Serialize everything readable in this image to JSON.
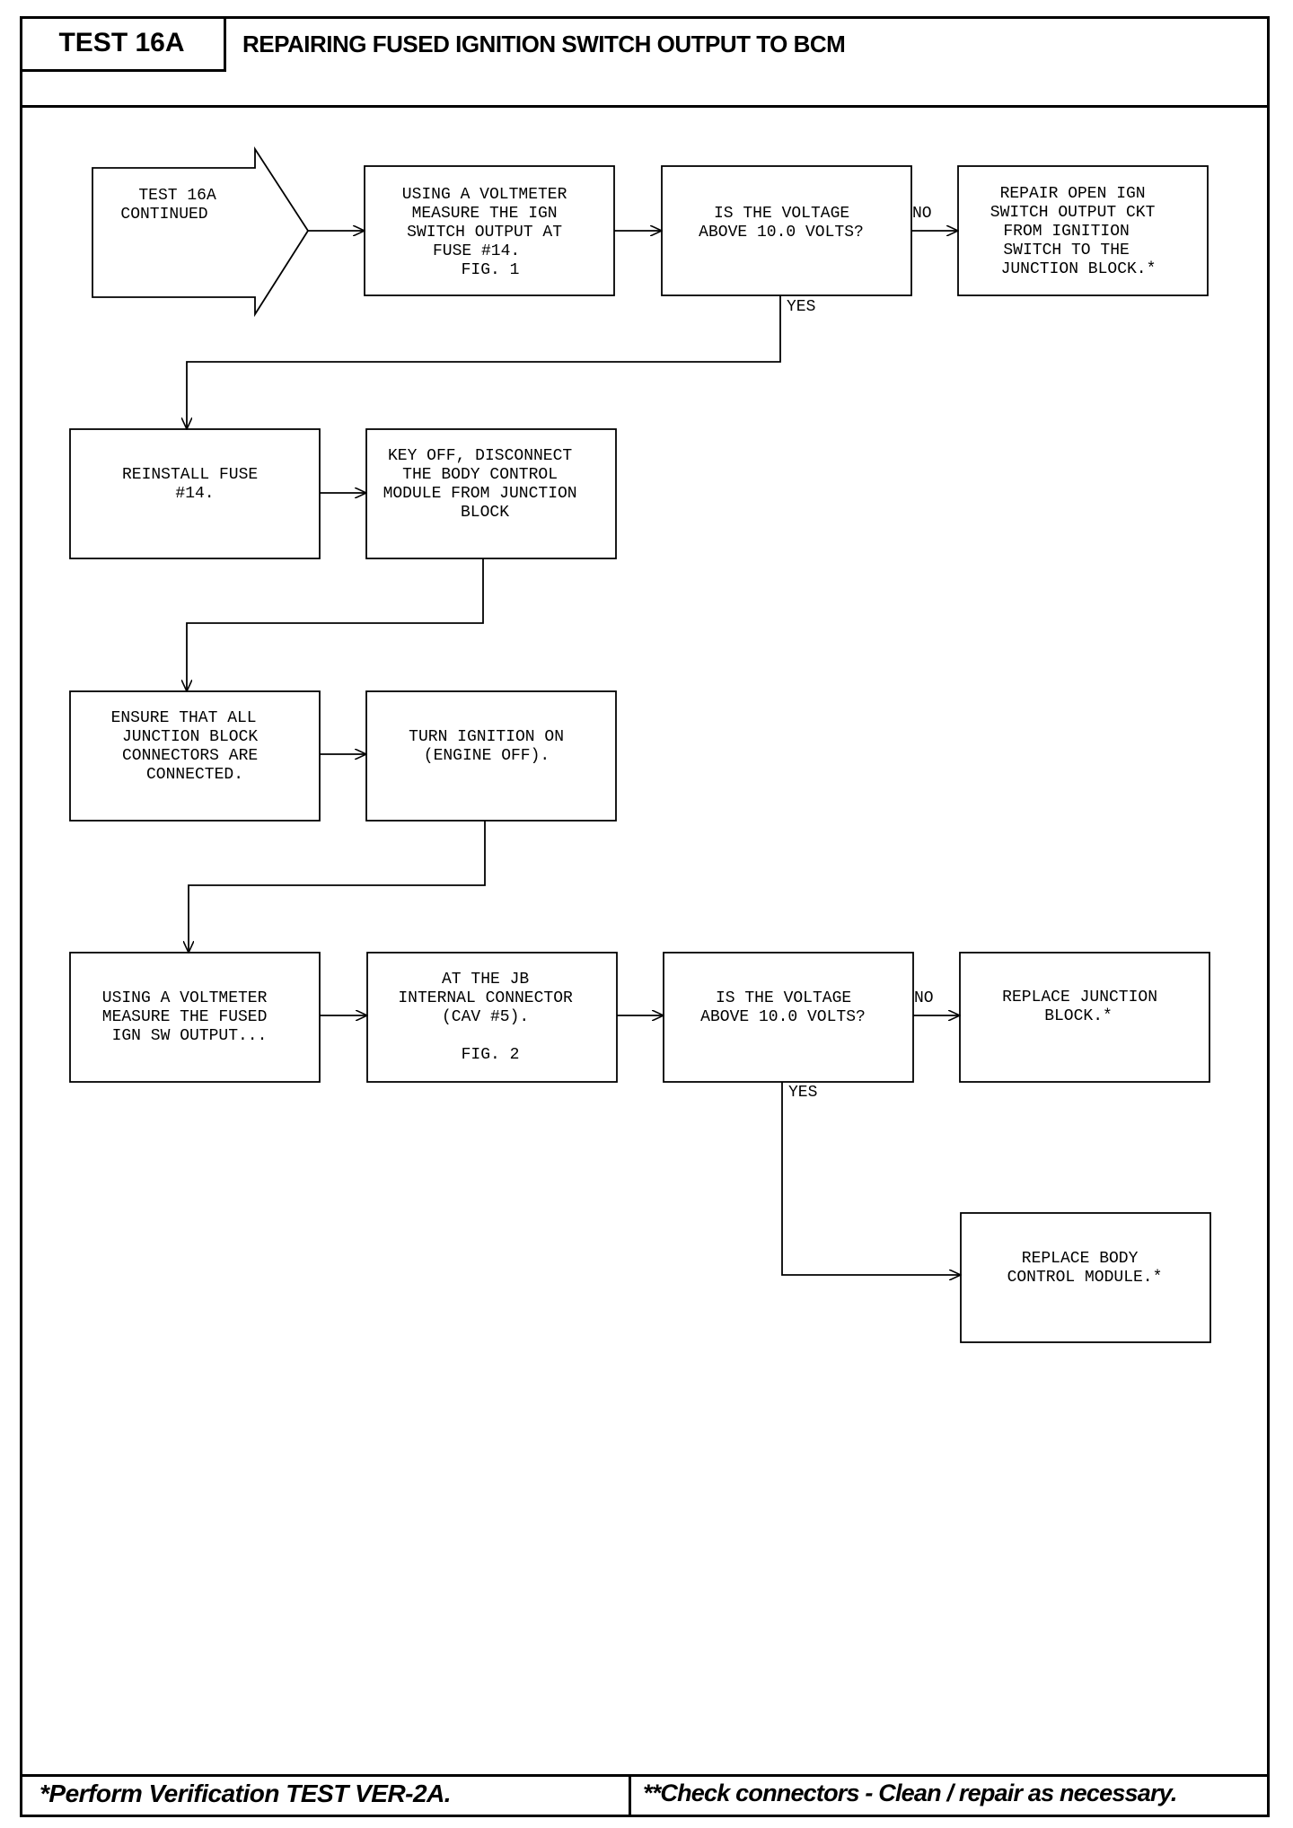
{
  "header": {
    "test_id": "TEST 16A",
    "title": "REPAIRING FUSED IGNITION SWITCH OUTPUT TO BCM"
  },
  "flow": {
    "start": [
      "TEST 16A",
      "CONTINUED"
    ],
    "box_measure_fuse": [
      "USING A VOLTMETER",
      "MEASURE THE IGN",
      "SWITCH OUTPUT AT",
      "FUSE #14.",
      "FIG. 1"
    ],
    "decision_1": [
      "IS THE VOLTAGE",
      "ABOVE 10.0 VOLTS?"
    ],
    "repair_open": [
      "REPAIR OPEN IGN",
      "SWITCH OUTPUT CKT",
      "FROM IGNITION",
      "SWITCH TO THE",
      "JUNCTION BLOCK.*"
    ],
    "reinstall_fuse": [
      "REINSTALL FUSE",
      "#14."
    ],
    "key_off": [
      "KEY OFF, DISCONNECT",
      "THE BODY CONTROL",
      "MODULE FROM JUNCTION",
      "BLOCK"
    ],
    "ensure_connected": [
      "ENSURE THAT ALL",
      "JUNCTION BLOCK",
      "CONNECTORS ARE",
      "CONNECTED."
    ],
    "turn_ignition": [
      "TURN IGNITION ON",
      "(ENGINE OFF)."
    ],
    "measure_fused": [
      "USING A VOLTMETER",
      "MEASURE THE FUSED",
      "IGN SW OUTPUT..."
    ],
    "at_jb": [
      "AT THE JB",
      "INTERNAL CONNECTOR",
      "(CAV #5).",
      "",
      "FIG. 2"
    ],
    "decision_2": [
      "IS THE VOLTAGE",
      "ABOVE 10.0 VOLTS?"
    ],
    "replace_jb": [
      "REPLACE JUNCTION",
      "BLOCK.*"
    ],
    "replace_bcm": [
      "REPLACE BODY",
      "CONTROL MODULE.*"
    ],
    "no_label": "NO",
    "yes_label": "YES"
  },
  "footer": {
    "left": "*Perform Verification TEST VER-2A.",
    "right": "**Check connectors - Clean / repair as necessary."
  }
}
